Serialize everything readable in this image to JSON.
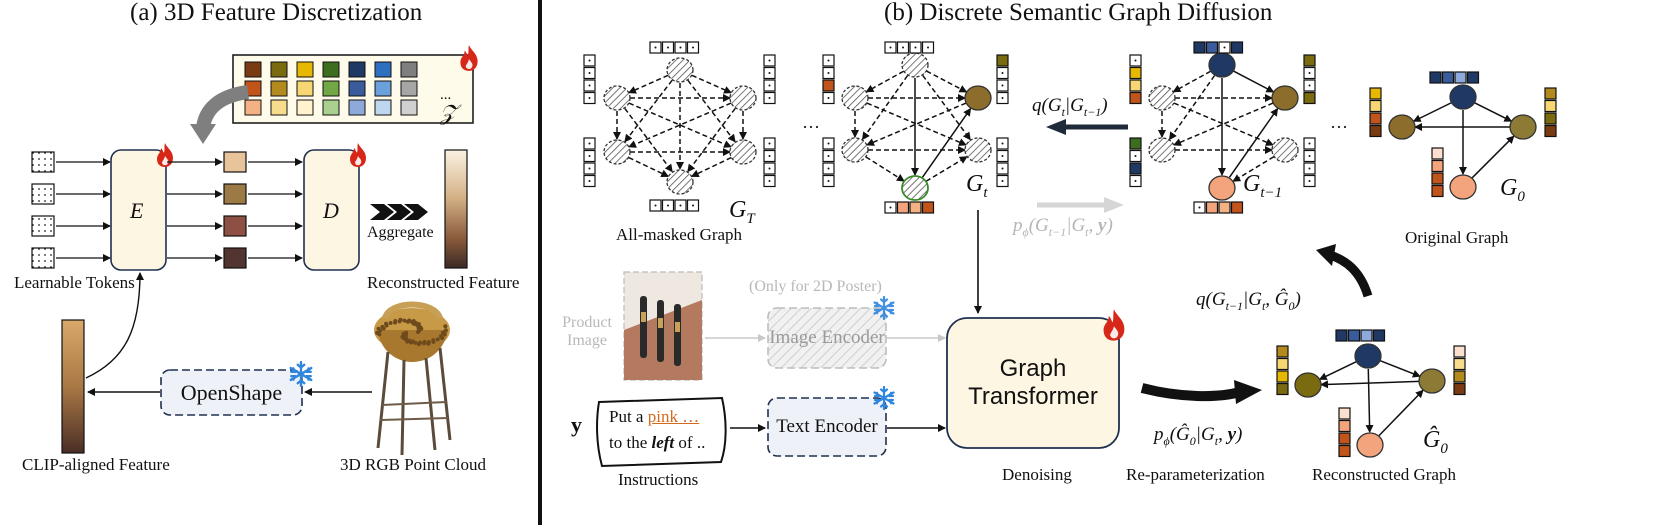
{
  "panel_a": {
    "title": "(a) 3D Feature Discretization",
    "learnable_tokens": "Learnable Tokens",
    "encoder": "E",
    "decoder": "D",
    "codebook_symbol": "𝒵",
    "codebook_ellipsis": "...",
    "aggregate": "Aggregate",
    "reconstructed_feature": "Reconstructed Feature",
    "openshape": "OpenShape",
    "clip_feature": "CLIP-aligned Feature",
    "point_cloud": "3D RGB Point Cloud"
  },
  "panel_b": {
    "title": "(b) Discrete Semantic Graph Diffusion",
    "all_masked": "All-masked Graph",
    "g_T": "G_T",
    "g_t": "G_t",
    "g_t_minus_1": "G_{t−1}",
    "g_0": "G_0",
    "g_0_hat": "Ĝ_0",
    "original_graph": "Original Graph",
    "reconstructed_graph": "Reconstructed Graph",
    "q_forward": "q(G_t | G_{t−1})",
    "p_reverse": "p_ϕ(G_{t−1} | G_t, y)",
    "q_posterior": "q(G_{t−1} | G_t, Ĝ_0)",
    "p_reparam": "p_ϕ(Ĝ_0 | G_t, y)",
    "ellipsis": "···",
    "only_2d": "(Only for 2D Poster)",
    "product_image": "Product Image",
    "image_encoder": "Image Encoder",
    "graph_transformer": "Graph Transformer",
    "text_encoder": "Text Encoder",
    "y_symbol": "y",
    "instr_line1_a": "Put a ",
    "instr_line1_b": "pink …",
    "instr_line2_a": "to the ",
    "instr_line2_b": "left",
    "instr_line2_c": " of ..",
    "instructions": "Instructions",
    "denoising": "Denoising",
    "reparam": "Re-parameterization"
  },
  "colors": {
    "node_navy": "#1f3864",
    "node_olive": "#8c6d2c",
    "node_salmon": "#f4a47c",
    "encoder_fill": "#fdf6e3",
    "mask_node": "#d9d9d9",
    "flame": "#d62718",
    "snow": "#2e86de"
  }
}
